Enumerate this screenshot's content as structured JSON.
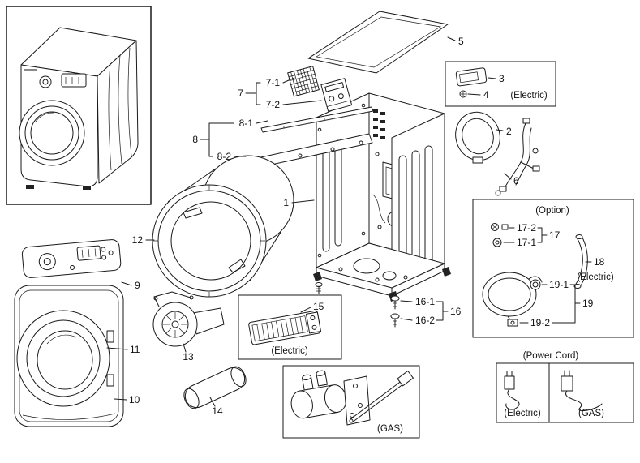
{
  "page": {
    "background": "#ffffff",
    "line_color": "#1a1a1a"
  },
  "labels": {
    "p1": "1",
    "p2": "2",
    "p3": "3",
    "p4": "4",
    "p5": "5",
    "p6": "6",
    "p7": "7",
    "p7_1": "7-1",
    "p7_2": "7-2",
    "p8": "8",
    "p8_1": "8-1",
    "p8_2": "8-2",
    "p9": "9",
    "p10": "10",
    "p11": "11",
    "p12": "12",
    "p13": "13",
    "p14": "14",
    "p15": "15",
    "p16": "16",
    "p16_1": "16-1",
    "p16_2": "16-2",
    "p17": "17",
    "p17_1": "17-1",
    "p17_2": "17-2",
    "p18": "18",
    "p19": "19",
    "p19_1": "19-1",
    "p19_2": "19-2"
  },
  "captions": {
    "electric": "(Electric)",
    "gas": "(GAS)",
    "option": "(Option)",
    "power_cord": "(Power Cord)"
  }
}
